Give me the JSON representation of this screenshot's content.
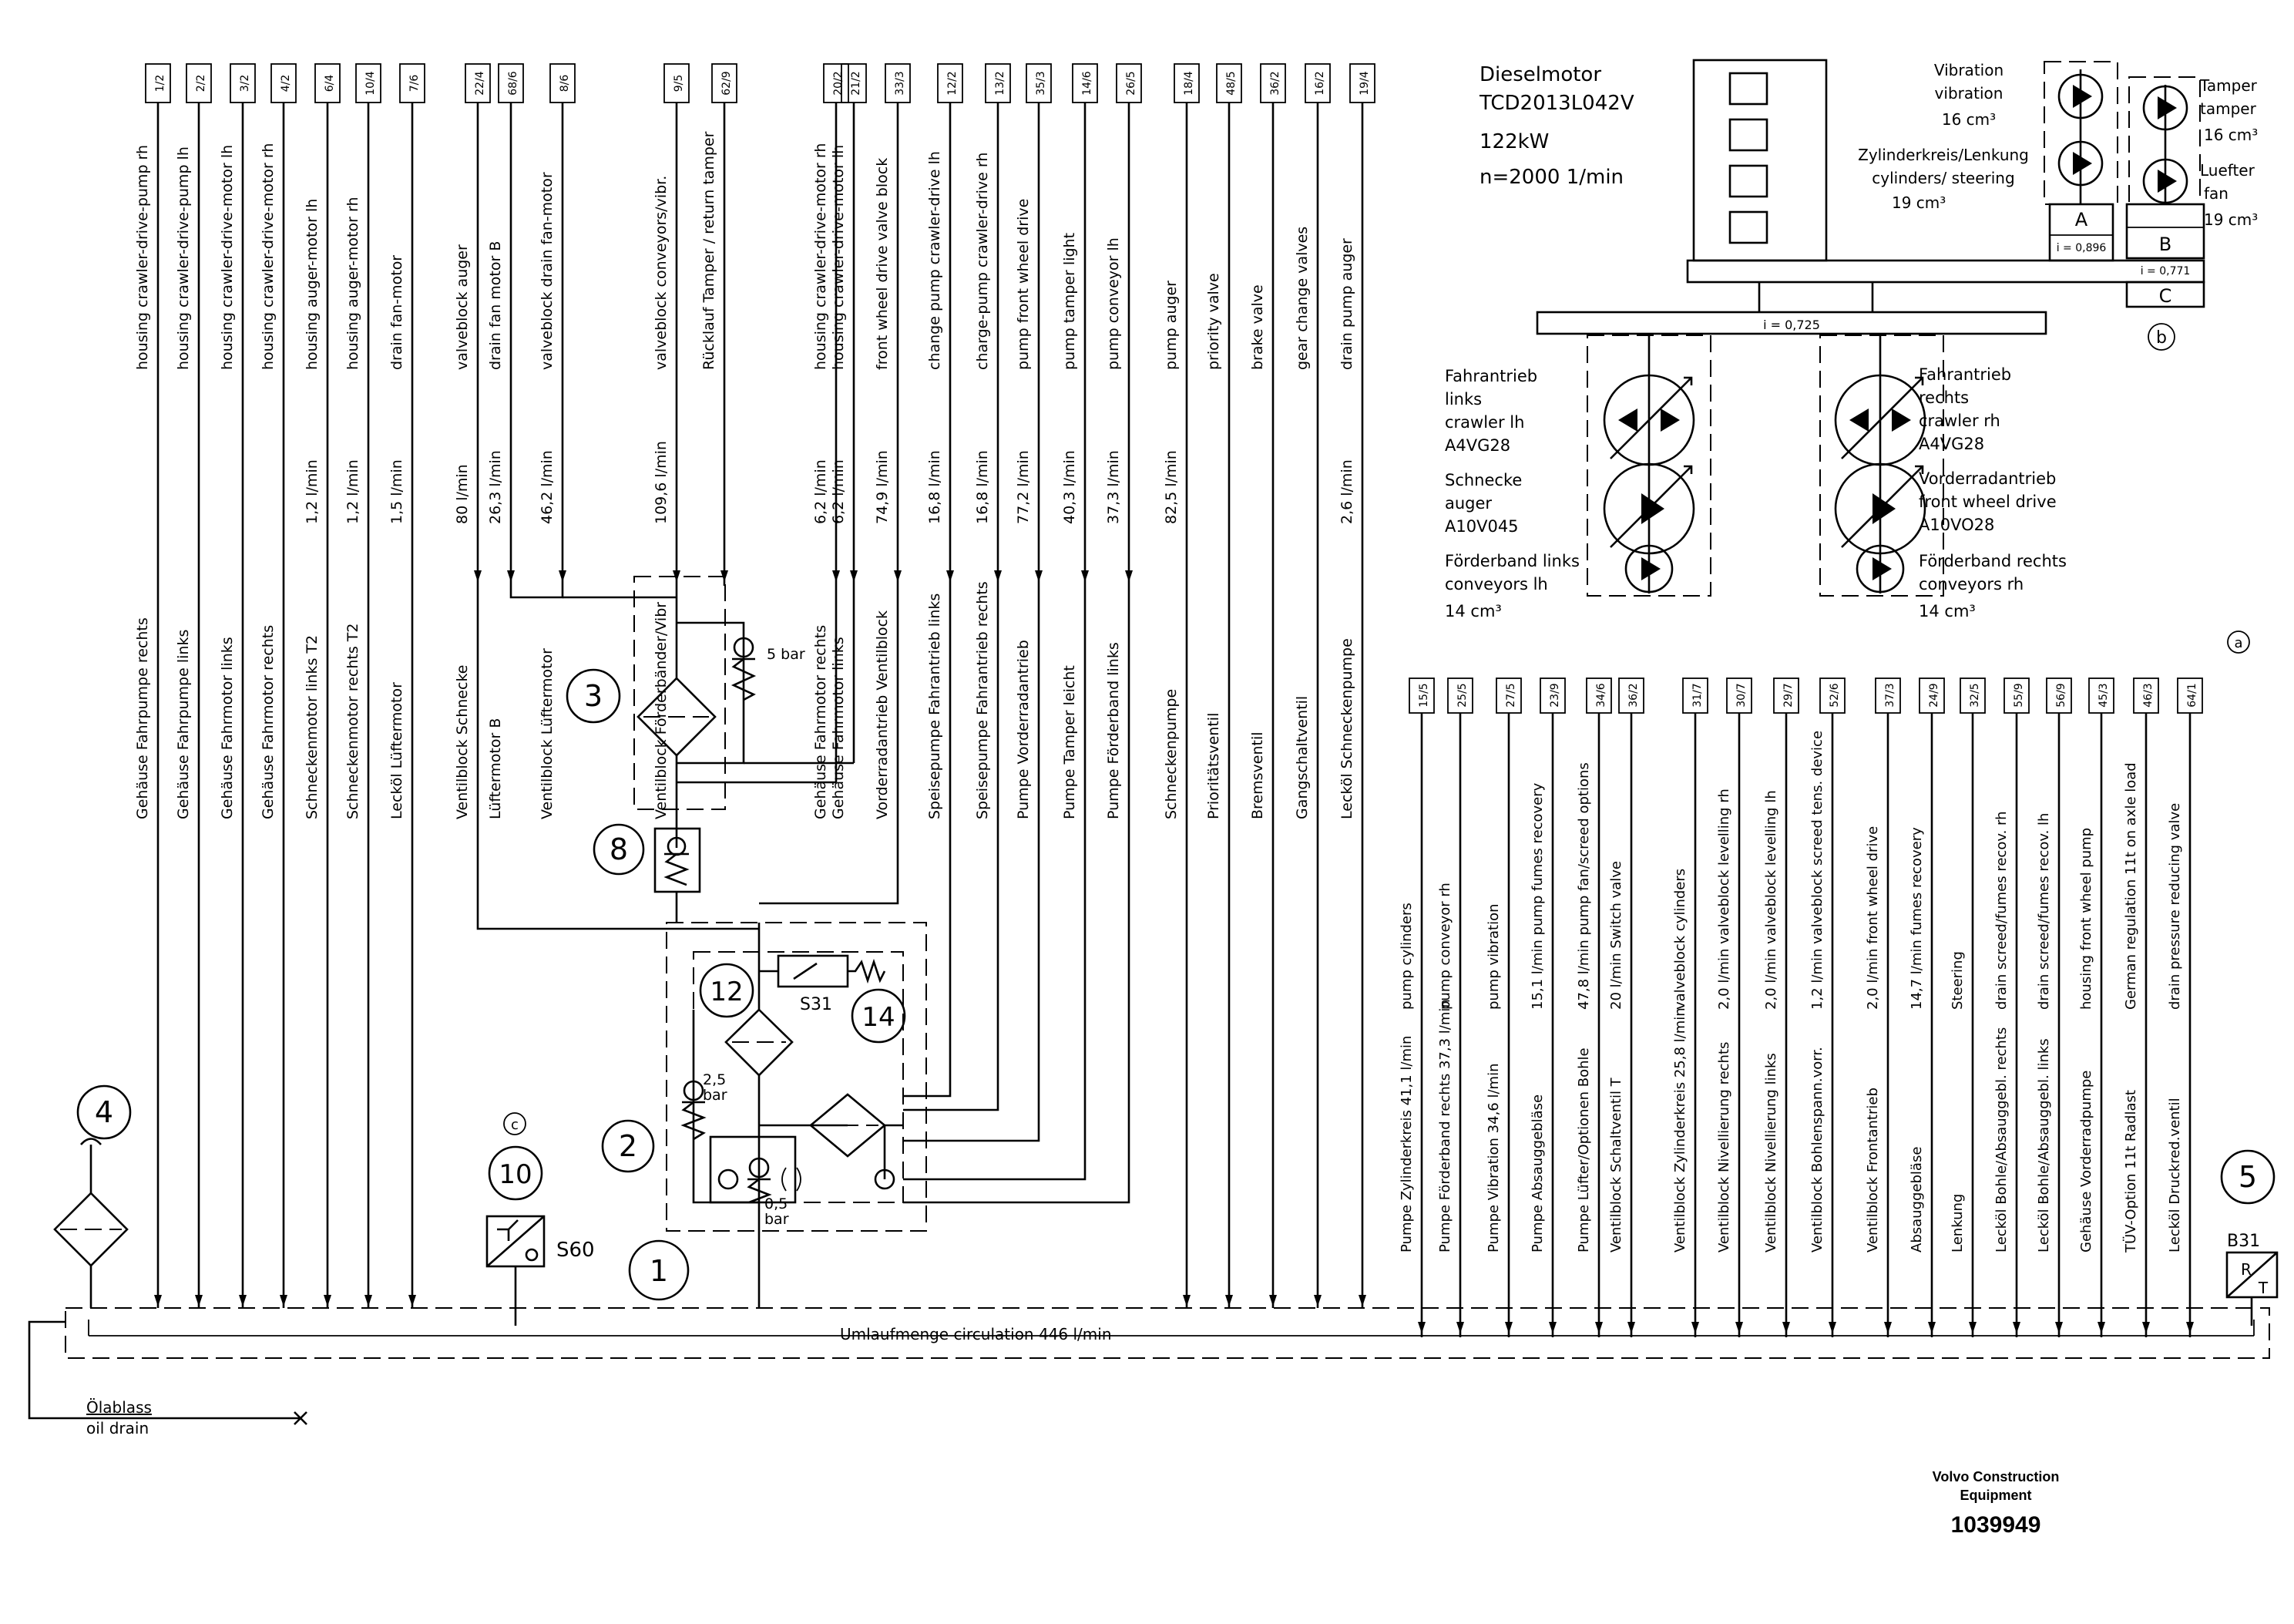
{
  "top_lines": [
    {
      "ref": "1/2",
      "en": "housing crawler-drive-pump rh",
      "de": "Gehäuse Fahrpumpe rechts",
      "flow": ""
    },
    {
      "ref": "2/2",
      "en": "housing crawler-drive-pump lh",
      "de": "Gehäuse Fahrpumpe links",
      "flow": ""
    },
    {
      "ref": "3/2",
      "en": "housing crawler-drive-motor lh",
      "de": "Gehäuse Fahrmotor links",
      "flow": ""
    },
    {
      "ref": "4/2",
      "en": "housing crawler-drive-motor rh",
      "de": "Gehäuse Fahrmotor rechts",
      "flow": ""
    },
    {
      "ref": "6/4",
      "en": "housing auger-motor lh",
      "de": "Schneckenmotor links T2",
      "flow": "1,2 l/min"
    },
    {
      "ref": "10/4",
      "en": "housing auger-motor rh",
      "de": "Schneckenmotor rechts  T2",
      "flow": "1,2 l/min"
    },
    {
      "ref": "7/6",
      "en": "drain fan-motor",
      "de": "Lecköl Lüftermotor",
      "flow": "1,5 l/min"
    },
    {
      "ref": "22/4",
      "en": "valveblock auger",
      "de": "Ventilblock Schnecke",
      "flow": "80 l/min"
    },
    {
      "ref": "68/6",
      "en": "drain fan motor B",
      "de": "Lüftermotor B",
      "flow": "26,3 l/min"
    },
    {
      "ref": "8/6",
      "en": "valveblock drain fan-motor",
      "de": "Ventilblock Lüftermotor",
      "flow": "46,2 l/min"
    },
    {
      "ref": "9/5",
      "en": "valveblock conveyors/vibr.",
      "de": "Ventilblock Förderbänder/Vibr",
      "flow": "109,6 l/min"
    },
    {
      "ref": "62/9",
      "en": "Rücklauf Tamper / return tamper",
      "de": "",
      "flow": ""
    },
    {
      "ref": "20/2",
      "en": "housing crawler-drive-motor rh",
      "de": "Gehäuse Fahrmotor rechts",
      "flow": "6,2 l/min"
    },
    {
      "ref": "21/2",
      "en": "housing crawler-drive-motor lh",
      "de": "Gehäuse Fahrmotor links",
      "flow": "6,2 l/min"
    },
    {
      "ref": "33/3",
      "en": "front wheel drive valve block",
      "de": "Vorderradantrieb Ventilblock",
      "flow": "74,9 l/min"
    },
    {
      "ref": "12/2",
      "en": "change pump crawler-drive lh",
      "de": "Speisepumpe Fahrantrieb links",
      "flow": "16,8 l/min"
    },
    {
      "ref": "13/2",
      "en": "charge-pump crawler-drive rh",
      "de": "Speisepumpe Fahrantrieb rechts",
      "flow": "16,8 l/min"
    },
    {
      "ref": "35/3",
      "en": "pump front wheel drive",
      "de": "Pumpe Vorderradantrieb",
      "flow": "77,2 l/min"
    },
    {
      "ref": "14/6",
      "en": "pump tamper light",
      "de": "Pumpe Tamper leicht",
      "flow": "40,3 l/min"
    },
    {
      "ref": "26/5",
      "en": "pump conveyor lh",
      "de": "Pumpe Förderband links",
      "flow": "37,3 l/min"
    },
    {
      "ref": "18/4",
      "en": "pump auger",
      "de": "Schneckenpumpe",
      "flow": "82,5 l/min"
    },
    {
      "ref": "48/5",
      "en": "priority valve",
      "de": "Prioritätsventil",
      "flow": ""
    },
    {
      "ref": "36/2",
      "en": "brake valve",
      "de": "Bremsventil",
      "flow": ""
    },
    {
      "ref": "16/2",
      "en": "gear change valves",
      "de": "Gangschaltventil",
      "flow": ""
    },
    {
      "ref": "19/4",
      "en": "drain pump auger",
      "de": "Lecköl Schneckenpumpe",
      "flow": "2,6 l/min"
    }
  ],
  "right_lines": [
    {
      "ref": "15/5",
      "en": "pump cylinders",
      "de": "Pumpe Zylinderkreis 41,1 l/min"
    },
    {
      "ref": "25/5",
      "en": "pump conveyor rh",
      "de": "Pumpe Förderband rechts   37,3 l/min"
    },
    {
      "ref": "27/5",
      "en": "pump vibration",
      "de": "Pumpe Vibration   34,6 l/min"
    },
    {
      "ref": "23/9",
      "en": "15,1 l/min pump fumes recovery",
      "de": "Pumpe Absauggebläse"
    },
    {
      "ref": "34/6",
      "en": "47,8 l/min  pump fan/screed options",
      "de": "Pumpe Lüfter/Optionen Bohle"
    },
    {
      "ref": "36/2",
      "en": "20 l/min  Switch valve",
      "de": "Ventilblock Schaltventil T"
    },
    {
      "ref": "31/7",
      "en": "valveblock cylinders",
      "de": "Ventilblock Zylinderkreis   25,8 l/min"
    },
    {
      "ref": "30/7",
      "en": "2,0 l/min  valveblock levelling rh",
      "de": "Ventilblock Nivellierung rechts"
    },
    {
      "ref": "29/7",
      "en": "2,0 l/min  valveblock levelling lh",
      "de": "Ventilblock Nivellierung links"
    },
    {
      "ref": "52/6",
      "en": "1,2 l/min  valveblock screed tens. device",
      "de": "Ventilblock Bohlenspann.vorr."
    },
    {
      "ref": "37/3",
      "en": "2,0 l/min  front wheel drive",
      "de": "Ventilblock Frontantrieb"
    },
    {
      "ref": "24/9",
      "en": "14,7 l/min  fumes recovery",
      "de": "Absauggebläse"
    },
    {
      "ref": "32/5",
      "en": "Steering",
      "de": "Lenkung"
    },
    {
      "ref": "55/9",
      "en": "drain screed/fumes recov. rh",
      "de": "Lecköl Bohle/Absauggebl. rechts"
    },
    {
      "ref": "56/9",
      "en": "drain screed/fumes recov. lh",
      "de": "Lecköl Bohle/Absauggebl. links"
    },
    {
      "ref": "45/3",
      "en": "housing front wheel pump",
      "de": "Gehäuse Vorderradpumpe"
    },
    {
      "ref": "46/3",
      "en": "German regulation 11t on axle load",
      "de": "TÜV-Option 11t Radlast"
    },
    {
      "ref": "64/1",
      "en": "drain pressure reducing valve",
      "de": "Lecköl Druckred.ventil"
    }
  ],
  "engine": {
    "title": "Dieselmotor",
    "model": "TCD2013L042V",
    "power": "122kW",
    "speed": "n=2000 1/min"
  },
  "pto": {
    "vibration": "Vibration",
    "vibration_en": "vibration",
    "vibration_disp": "16 cm³",
    "cylinders": "Zylinderkreis/Lenkung",
    "cylinders_en": "cylinders/ steering",
    "cylinders_disp": "19 cm³",
    "tamper": "Tamper",
    "tamper_en": "tamper",
    "tamper_disp": "16 cm³",
    "fan": "Luefter",
    "fan_en": "fan",
    "fan_disp": "19 cm³",
    "A": "A",
    "B": "B",
    "C": "C",
    "ratio_a": "i = 0,896",
    "ratio_b": "i = 0,771",
    "ratio_main": "i = 0,725",
    "mark_b": "b"
  },
  "pumps_left": {
    "drive": "Fahrantrieb",
    "drive2": "links",
    "drive_en": "crawler lh",
    "drive_type": "A4VG28",
    "auger": "Schnecke",
    "auger_en": "auger",
    "auger_type": "A10V045",
    "conv": "Förderband links",
    "conv_en": "conveyors lh",
    "conv_disp": "14 cm³"
  },
  "pumps_right": {
    "drive": "Fahrantrieb",
    "drive2": "rechts",
    "drive_en": "crawler rh",
    "drive_type": "A4VG28",
    "front": "Vorderradantrieb",
    "front_en": "front wheel drive",
    "front_type": "A10VO28",
    "conv": "Förderband rechts",
    "conv_en": "conveyors rh",
    "conv_disp": "14 cm³"
  },
  "labels": {
    "mark_a": "a",
    "mark_c": "c",
    "n1": "1",
    "n2": "2",
    "n3": "3",
    "n4": "4",
    "n5": "5",
    "n8": "8",
    "n10": "10",
    "n12": "12",
    "n14": "14",
    "bar5": "5 bar",
    "bar25a": "2,5",
    "bar25b": "bar",
    "bar05a": "0,5",
    "bar05b": "bar",
    "s31": "S31",
    "s60": "S60",
    "b31": "B31",
    "rt_r": "R",
    "rt_t": "T",
    "circulation": "Umlaufmenge circulation 446 l/min",
    "drain_de": "Ölablass",
    "drain_en": "oil drain"
  },
  "brand": {
    "line1": "Volvo Construction",
    "line2": "Equipment",
    "number": "1039949"
  }
}
